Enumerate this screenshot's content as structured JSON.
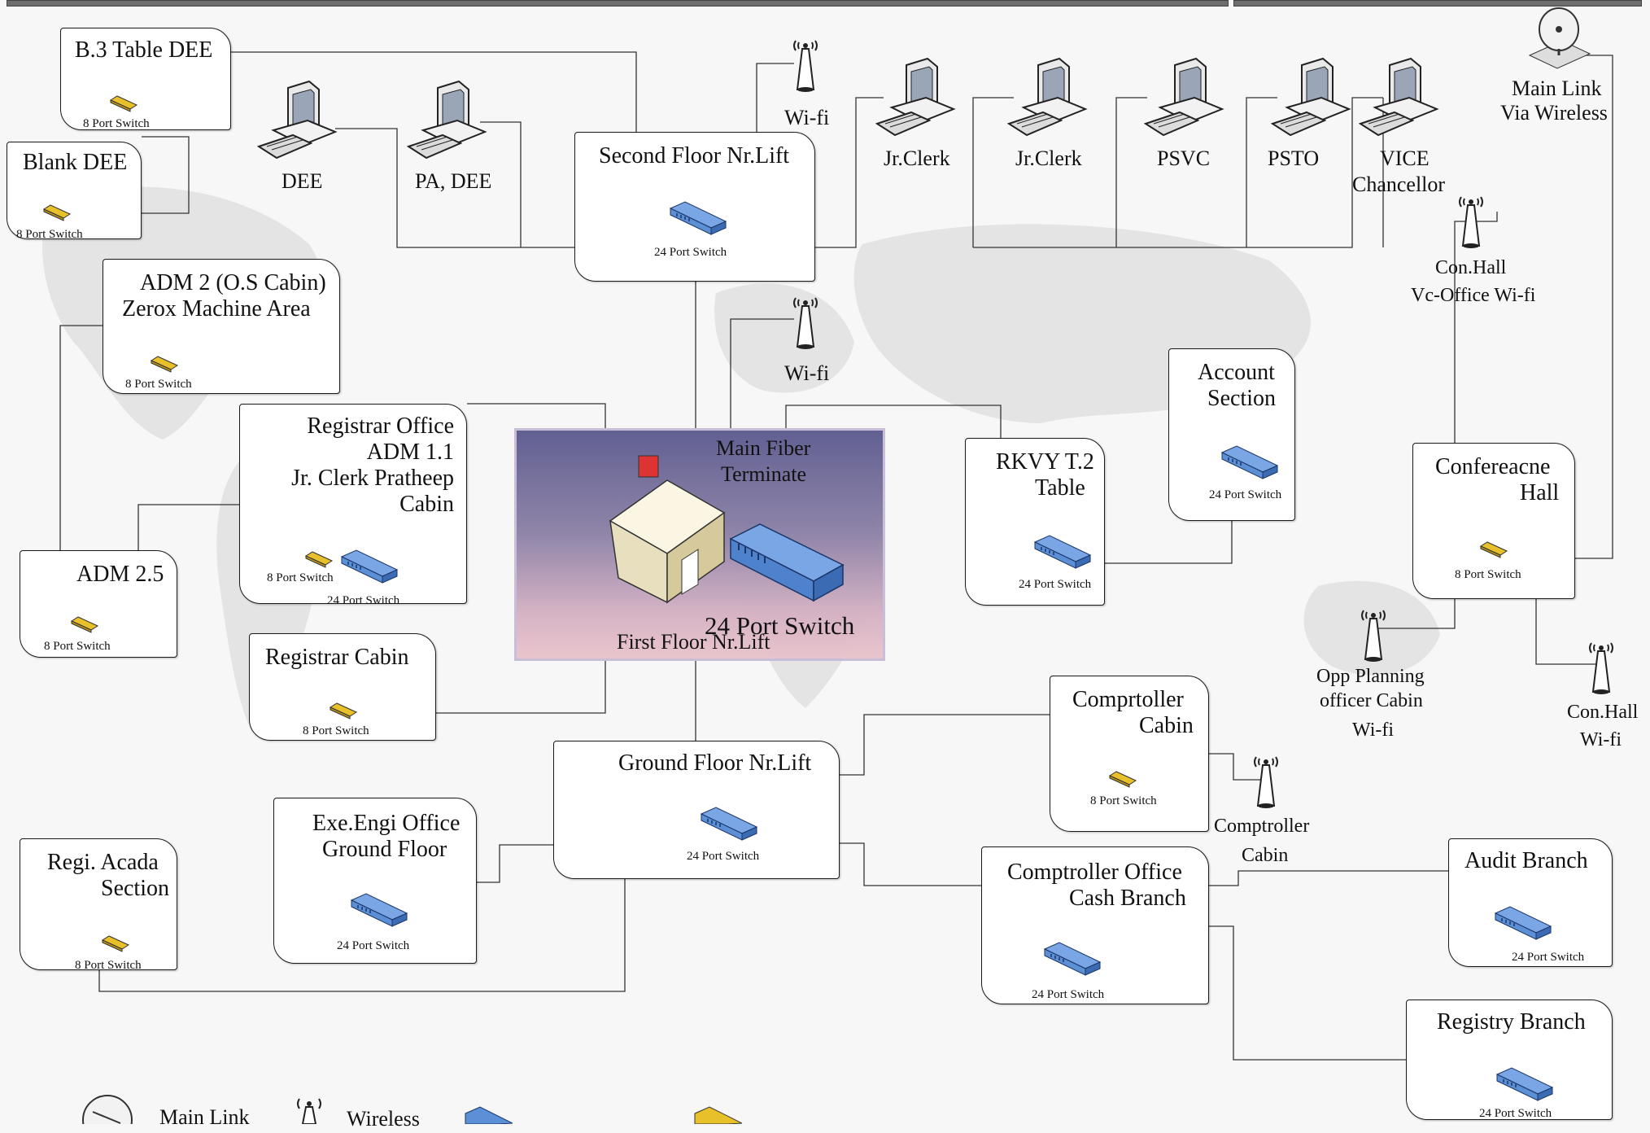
{
  "colors": {
    "switch24": "#5b8fd6",
    "switch8": "#e8c02a",
    "hub_top": "#5f5e91",
    "hub_bottom": "#e9c4cd",
    "line": "#333333"
  },
  "hub": {
    "label": "Main Fiber\nTerminate",
    "label_line1": "Main Fiber",
    "label_line2": "Terminate",
    "switch_label": "24 Port Switch",
    "floor_label": "First Floor Nr.Lift"
  },
  "nodes": {
    "b3_table_dee": {
      "title": "B.3 Table DEE",
      "switch": "8  Port Switch"
    },
    "blank_dee": {
      "title": "Blank DEE",
      "switch": "8  Port Switch"
    },
    "adm2": {
      "title1": "ADM 2 (O.S Cabin)",
      "title2": "Zerox Machine Area",
      "switch": "8  Port Switch"
    },
    "registrar_office": {
      "title1": "Registrar Office",
      "title2": "ADM 1.1",
      "title3": "Jr. Clerk Pratheep",
      "title4": "Cabin",
      "switch8": "8  Port Switch",
      "switch24": "24 Port Switch"
    },
    "adm25": {
      "title": "ADM 2.5",
      "switch": "8  Port Switch"
    },
    "registrar_cabin": {
      "title": "Registrar Cabin",
      "switch": "8  Port Switch"
    },
    "regi_acada": {
      "title1": "Regi. Acada",
      "title2": "Section",
      "switch": "8  Port Switch"
    },
    "exe_engi": {
      "title1": "Exe.Engi Office",
      "title2": "Ground  Floor",
      "switch": "24 Port Switch"
    },
    "second_floor": {
      "title": "Second Floor Nr.Lift",
      "switch": "24 Port Switch"
    },
    "ground_floor": {
      "title": "Ground Floor Nr.Lift",
      "switch": "24 Port Switch"
    },
    "rkvy": {
      "title1": "RKVY T.2",
      "title2": "Table",
      "switch": "24 Port Switch"
    },
    "account": {
      "title1": "Account",
      "title2": "Section",
      "switch": "24 Port Switch"
    },
    "conference_hall": {
      "title1": "Confereacne",
      "title2": "Hall",
      "switch": "8  Port Switch"
    },
    "comptroller_cabin": {
      "title1": "Comprtoller",
      "title2": "Cabin",
      "switch": "8  Port Switch"
    },
    "comptroller_office": {
      "title1": "Comptroller Office",
      "title2": "Cash Branch",
      "switch": "24 Port Switch"
    },
    "audit_branch": {
      "title": "Audit Branch",
      "switch": "24 Port Switch"
    },
    "registry_branch": {
      "title": "Registry Branch",
      "switch": "24 Port Switch"
    }
  },
  "computers": [
    {
      "label": "DEE"
    },
    {
      "label": "PA, DEE"
    },
    {
      "label": "Jr.Clerk"
    },
    {
      "label": "Jr.Clerk"
    },
    {
      "label": "PSVC"
    },
    {
      "label": "PSTO"
    },
    {
      "label": "VICE",
      "label2": "Chancellor"
    }
  ],
  "wireless": {
    "wifi_top": "Wi-fi",
    "wifi_mid": "Wi-fi",
    "conhall_vc_1": "Con.Hall",
    "conhall_vc_2": "Vc-Office Wi-fi",
    "opp_1": "Opp Planning",
    "opp_2": "officer Cabin",
    "opp_3": "Wi-fi",
    "conhall_1": "Con.Hall",
    "conhall_2": "Wi-fi",
    "comptroller_1": "Comptroller",
    "comptroller_2": "Cabin"
  },
  "main_link": {
    "line1": "Main Link",
    "line2": "Via Wireless"
  },
  "legend": {
    "main_link": "Main Link",
    "wireless": "Wireless"
  }
}
